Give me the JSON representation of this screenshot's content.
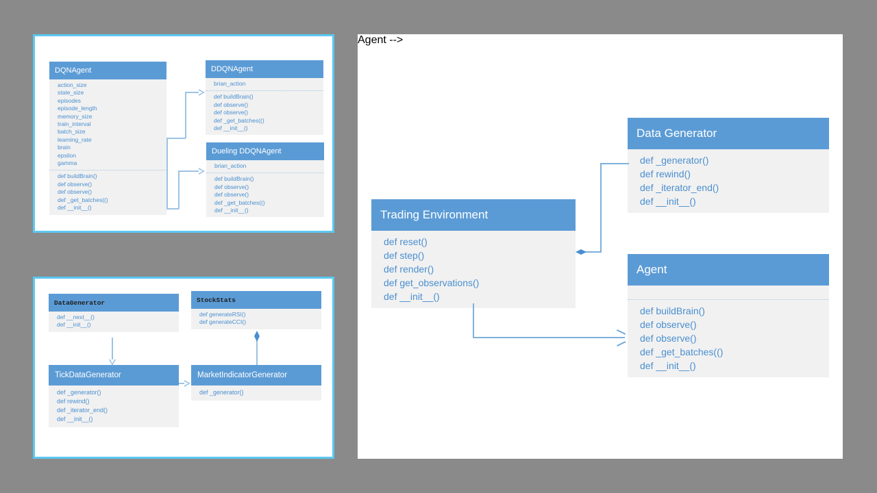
{
  "canvas": {
    "background": "#8a8a8a",
    "panel_border_color": "#5ac8f2",
    "header_color": "#5b9bd5",
    "body_color": "#f1f1f1",
    "text_color": "#4a8fd0",
    "connector_color": "#9cc3e5"
  },
  "panels": {
    "agents": {
      "name": "agent-class-hierarchy-panel",
      "classes": {
        "dqn_agent": {
          "title": "DQNAgent",
          "attributes": [
            "action_size",
            "state_size",
            "episodes",
            "episode_length",
            "memory_size",
            "train_interval",
            "batch_size",
            "learning_rate",
            "brain",
            "epsilon",
            "gamma"
          ],
          "methods": [
            "def buildBrain()",
            "def observe()",
            "def observe()",
            "def _get_batches(()",
            "def __init__()"
          ]
        },
        "ddqn_agent": {
          "title": "DDQNAgent",
          "attributes": [
            "brian_action"
          ],
          "methods": [
            "def buildBrain()",
            "def observe()",
            "def observe()",
            "def _get_batches(()",
            "def __init__()"
          ]
        },
        "dueling_ddqn_agent": {
          "title": "Dueling DDQNAgent",
          "attributes": [
            "brian_action"
          ],
          "methods": [
            "def buildBrain()",
            "def observe()",
            "def observe()",
            "def _get_batches(()",
            "def __init__()"
          ]
        }
      },
      "relations": [
        {
          "name": "generalization-dqnagent-to-ddqnagent",
          "kind": "generalization"
        },
        {
          "name": "generalization-dqnagent-to-dueling-ddqnagent",
          "kind": "generalization"
        }
      ]
    },
    "generators": {
      "name": "data-generator-panel",
      "classes": {
        "data_generator": {
          "title": "DataGenerator",
          "methods": [
            "def __next__()",
            "def __init__()"
          ]
        },
        "stock_stats": {
          "title": "StockStats",
          "methods": [
            "def generateRSI()",
            "def generateCCI()"
          ]
        },
        "tick_data_generator": {
          "title": "TickDataGenerator",
          "methods": [
            "def _generator()",
            "def rewind()",
            "def _iterator_end()",
            "def __init__()"
          ]
        },
        "market_indicator_generator": {
          "title": "MarketIndicatorGenerator",
          "methods": [
            "def _generator()"
          ]
        }
      },
      "relations": [
        {
          "name": "generalization-datagenerator-to-tickdatagenerator",
          "kind": "generalization"
        },
        {
          "name": "generalization-tickdatagenerator-to-marketindicatorgenerator",
          "kind": "generalization"
        },
        {
          "name": "composition-stockstats-to-marketindicatorgenerator",
          "kind": "composition"
        }
      ]
    },
    "architecture": {
      "name": "system-architecture-panel",
      "classes": {
        "trading_environment": {
          "title": "Trading Environment",
          "methods": [
            "def reset()",
            "def step()",
            "def render()",
            "def get_observations()",
            "def __init__()"
          ]
        },
        "data_generator": {
          "title": "Data Generator",
          "methods": [
            "def _generator()",
            "def rewind()",
            "def _iterator_end()",
            "def __init__()"
          ]
        },
        "agent": {
          "title": "Agent",
          "attributes": [],
          "methods": [
            "def buildBrain()",
            "def observe()",
            "def observe()",
            "def _get_batches(()",
            "def __init__()"
          ]
        }
      },
      "relations": [
        {
          "name": "composition-trading-environment-to-data-generator",
          "kind": "composition"
        },
        {
          "name": "association-trading-environment-to-agent",
          "kind": "association"
        }
      ]
    }
  }
}
